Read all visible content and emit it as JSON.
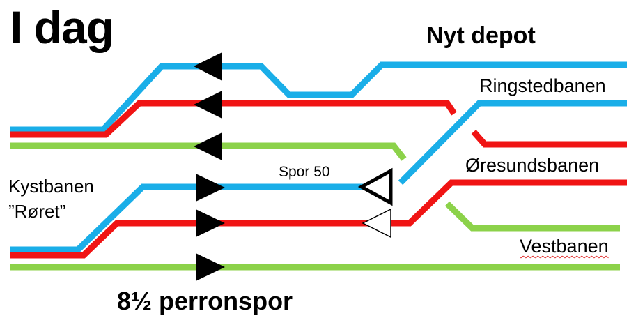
{
  "title": "I dag",
  "labels": {
    "nyt_depot": "Nyt depot",
    "ringstedbanen": "Ringstedbanen",
    "oresundsbanen": "Øresundsbanen",
    "vestbanen": "Vestbanen",
    "kystbanen": "Kystbanen",
    "roret": "”Røret”",
    "spor50": "Spor 50",
    "perronspor": "8½ perronspor"
  },
  "colors": {
    "blue": "#1aaee8",
    "red": "#f01414",
    "green": "#8cd24a",
    "marker": "#000000"
  }
}
